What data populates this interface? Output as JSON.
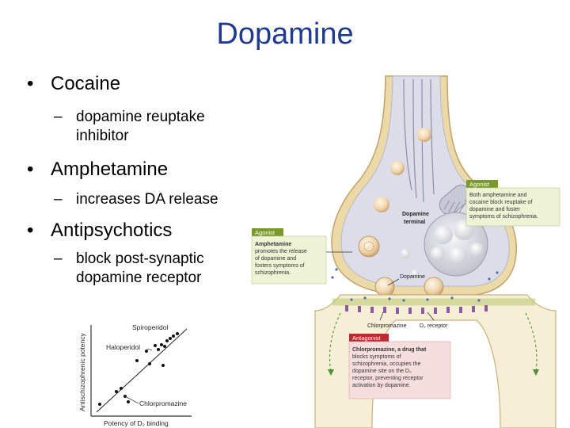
{
  "title": "Dopamine",
  "bullets": [
    {
      "label": "Cocaine",
      "sub": "dopamine reuptake inhibitor"
    },
    {
      "label": "Amphetamine",
      "sub": "increases DA release"
    },
    {
      "label": "Antipsychotics",
      "sub": "block post-synaptic dopamine receptor"
    }
  ],
  "scatter": {
    "ylabel": "Antischizophrenic potency",
    "xlabel": "Potency of D₂ binding",
    "labels": {
      "spiroperidol": "Spiroperidol",
      "haloperidol": "Haloperidol",
      "chlorpromazine": "Chlorpromazine"
    }
  },
  "synapse": {
    "terminal_label_1": "Dopamine",
    "terminal_label_2": "terminal",
    "dopamine_label": "Dopamine",
    "chlorpromazine_label": "Chlorpromazine",
    "receptor_label": "D₂ receptor",
    "agonist_tag_1": "Agonist",
    "agonist_box_1": [
      "Both amphetamine and",
      "cocaine block reuptake of",
      "dopamine and foster",
      "symptoms of schizophrenia."
    ],
    "agonist_tag_2": "Agonist",
    "agonist_box_2": [
      "Amphetamine",
      "promotes the release",
      "of dopamine and",
      "fosters symptoms of",
      "schizophrenia."
    ],
    "antagonist_tag": "Antagonist",
    "antagonist_box": [
      "Chlorpromazine, a drug that",
      "blocks symptoms of",
      "schizophrenia, occupies the",
      "dopamine site on the D₂",
      "receptor, preventing receptor",
      "activation by dopamine."
    ]
  },
  "colors": {
    "title": "#1f3a93",
    "agonist_tag": "#7a9a2e",
    "agonist_box": "#eef3d6",
    "antagonist_tag": "#c0282e",
    "antagonist_box": "#f7dede"
  }
}
